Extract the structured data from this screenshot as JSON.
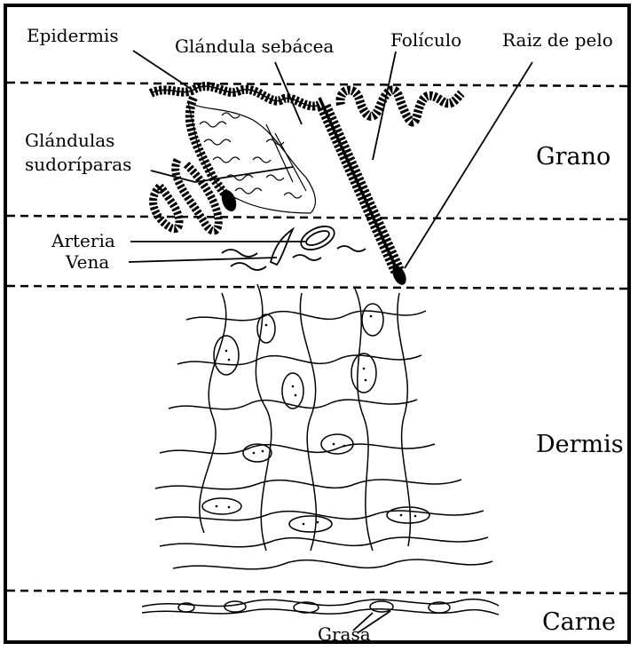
{
  "labels": {
    "epidermis": "Epidermis",
    "glandula_sebacea": "Glándula sebácea",
    "foliculo": "Folículo",
    "raiz_de_pelo": "Raiz de pelo",
    "glandulas_1": "Glándulas",
    "glandulas_2": "sudoríparas",
    "arteria": "Arteria",
    "vena": "Vena",
    "grasa": "Grasa"
  },
  "layers": {
    "grano": "Grano",
    "dermis": "Dermis",
    "carne": "Carne"
  },
  "colors": {
    "ink": "#000000",
    "background": "#ffffff"
  }
}
